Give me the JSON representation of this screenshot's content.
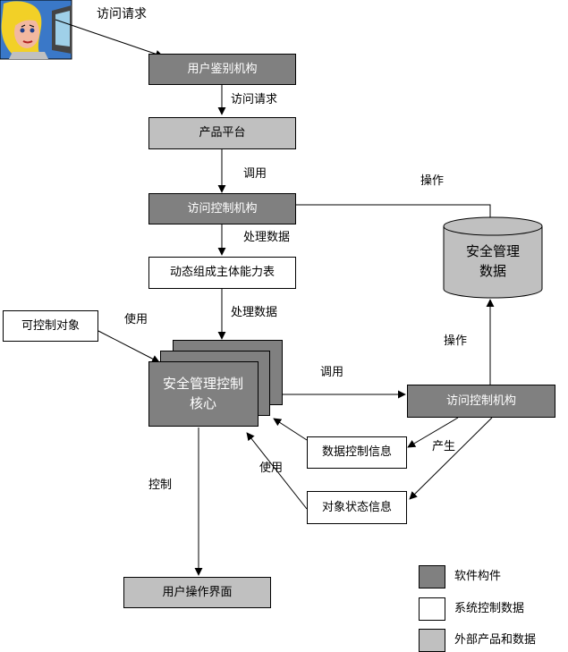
{
  "colors": {
    "dark_box": "#808080",
    "light_box": "#c0c0c0",
    "white_box": "#ffffff",
    "line": "#000000"
  },
  "icons": {
    "user": "user-at-computer-icon"
  },
  "nodes": {
    "user_auth": "用户鉴别机构",
    "product_platform": "产品平台",
    "access_control_top": "访问控制机构",
    "dynamic_table": "动态组成主体能力表",
    "controllable_object": "可控制对象",
    "core_line1": "安全管理控制",
    "core_line2": "核心",
    "db_line1": "安全管理",
    "db_line2": "数据",
    "access_control_right": "访问控制机构",
    "data_control_info": "数据控制信息",
    "object_state_info": "对象状态信息",
    "user_ui": "用户操作界面"
  },
  "edges": {
    "access_request_1": "访问请求",
    "access_request_2": "访问请求",
    "call_1": "调用",
    "process_data_1": "处理数据",
    "process_data_2": "处理数据",
    "use_1": "使用",
    "operate_top": "操作",
    "operate_right": "操作",
    "call_2": "调用",
    "generate": "产生",
    "use_2": "使用",
    "control": "控制"
  },
  "legend": [
    {
      "label": "软件构件",
      "color": "#808080"
    },
    {
      "label": "系统控制数据",
      "color": "#ffffff"
    },
    {
      "label": "外部产品和数据",
      "color": "#c0c0c0"
    }
  ]
}
